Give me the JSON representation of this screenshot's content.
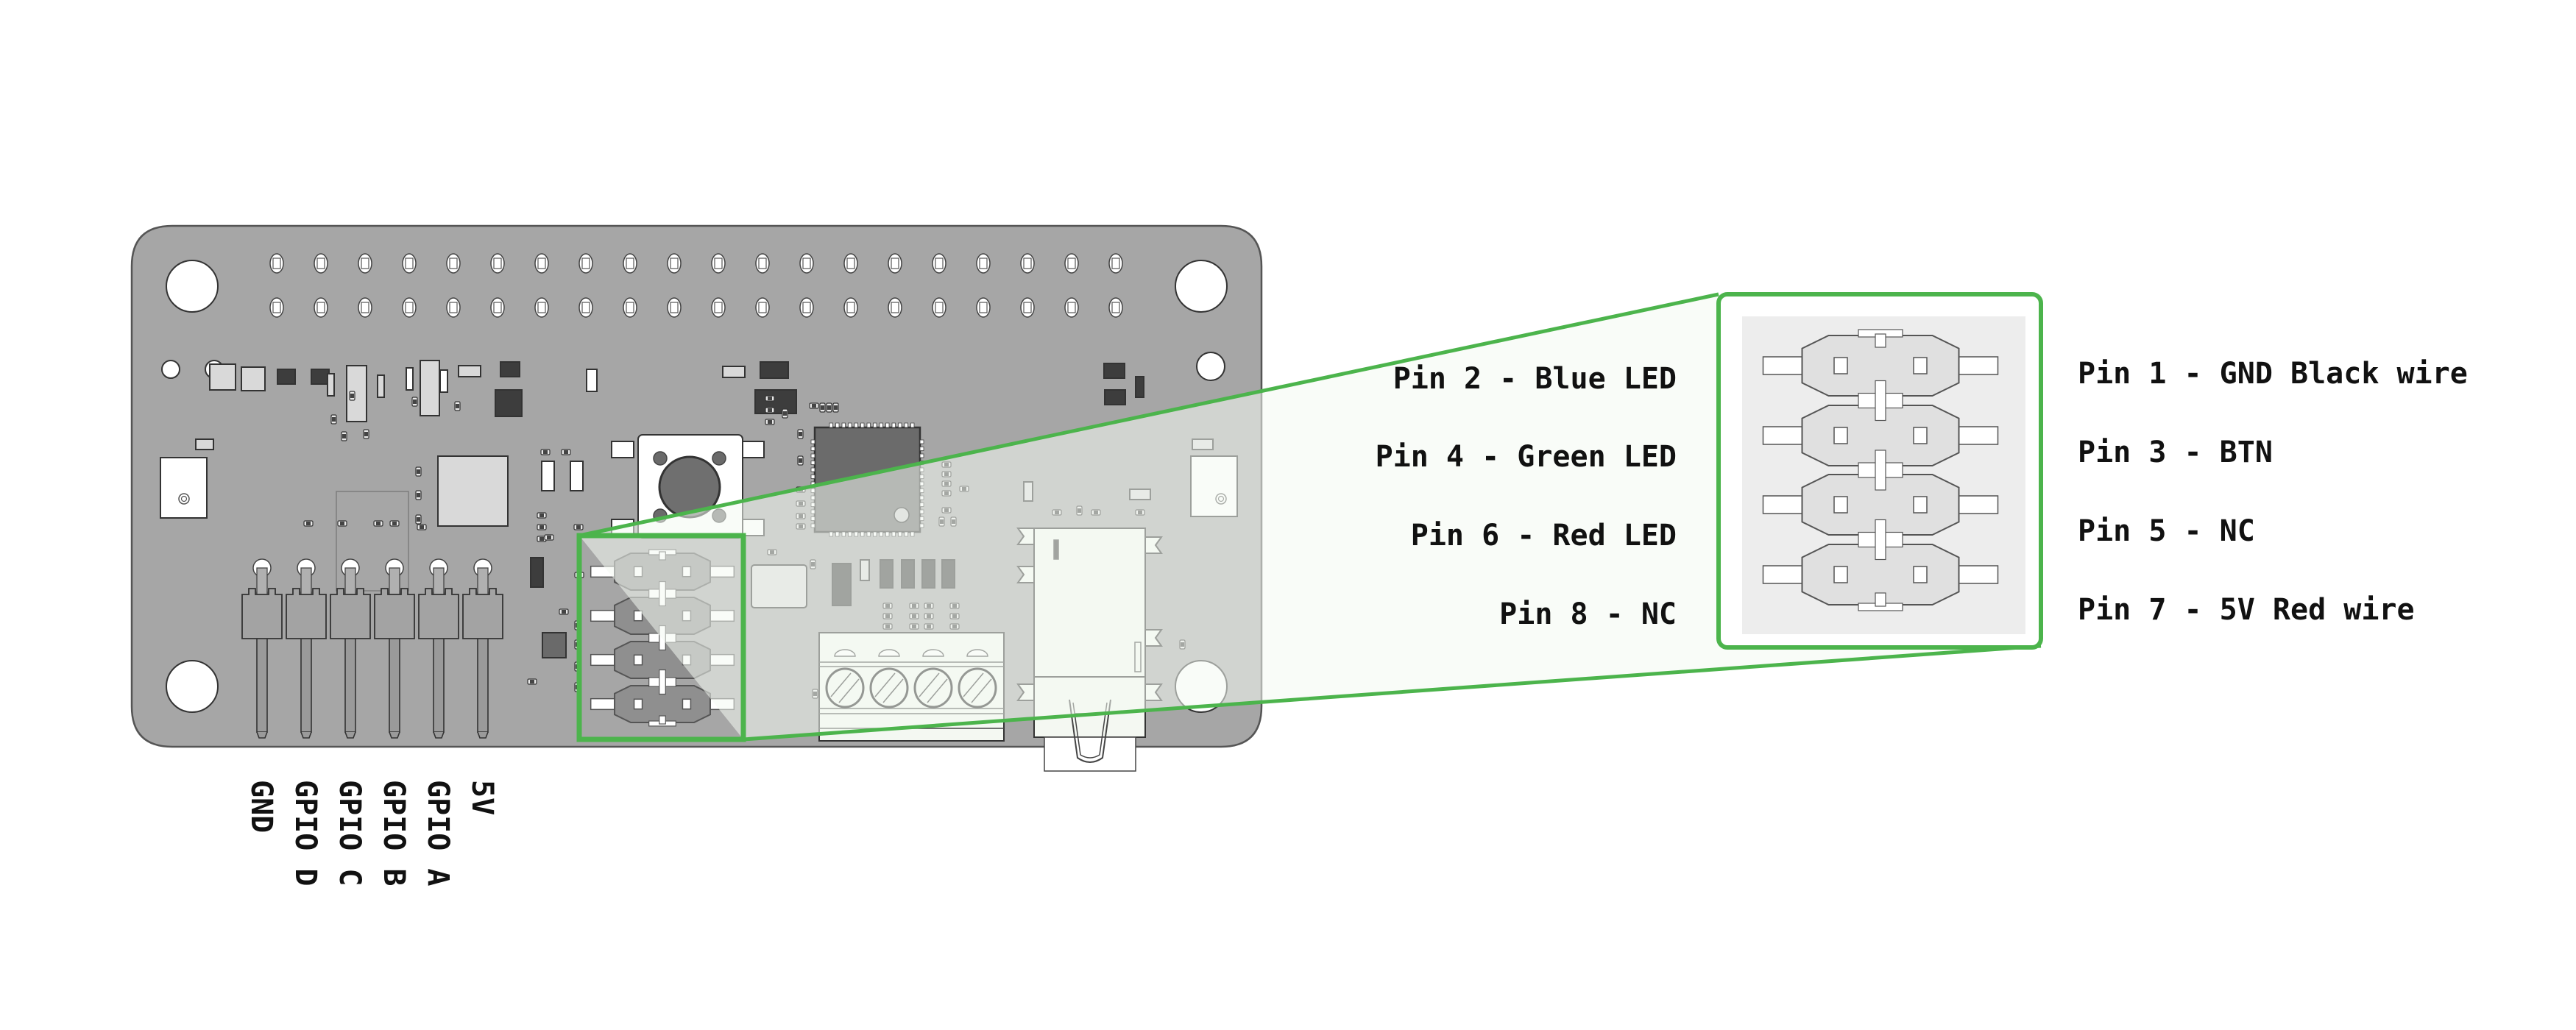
{
  "diagram": {
    "title": "HAT board connector pinout",
    "colors": {
      "highlight_green": "#4cb44c",
      "zoom_fill": "#f4f9f3",
      "board": "#a6a6a6",
      "connector_panel": "#ededed",
      "text": "#111111"
    },
    "header_pins": {
      "labels": [
        "GND",
        "GPIO D",
        "GPIO C",
        "GPIO B",
        "GPIO A",
        "5V"
      ]
    },
    "connector_callout": {
      "left_labels": [
        "Pin 2 - Blue LED",
        "Pin 4 - Green LED",
        "Pin 6 - Red LED",
        "Pin 8 - NC"
      ],
      "right_labels": [
        "Pin 1 - GND Black wire",
        "Pin 3 - BTN",
        "Pin 5 - NC",
        "Pin 7 - 5V Red wire"
      ]
    },
    "gpio_header": {
      "columns": 20,
      "rows": 2
    },
    "terminal_block": {
      "screws": 4
    }
  }
}
